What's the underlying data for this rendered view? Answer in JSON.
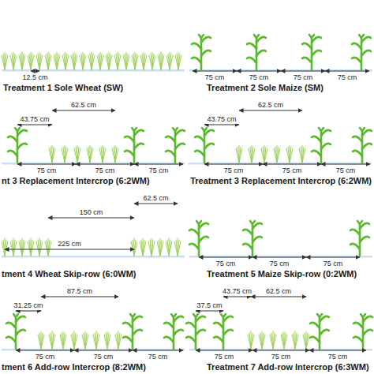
{
  "diagram": {
    "labels": [
      "12.5 cm",
      "Treatment 1 Sole Wheat (SW)",
      "75 cm",
      "75 cm",
      "75 cm",
      "75 cm",
      "Treatment 2 Sole Maize (SM)",
      "43.75 cm",
      "62.5 cm",
      "75 cm",
      "75 cm",
      "75 cm",
      "nt 3 Replacement Intercrop (6:2WM)",
      "43.75 cm",
      "62.5 cm",
      "75 cm",
      "75 cm",
      "75 cm",
      "Treatment 3 Replacement Intercrop (6:2WM)",
      "150 cm",
      "62.5 cm",
      "225 cm",
      "tment 4 Wheat Skip-row (6:0WM)",
      "75 cm",
      "75 cm",
      "75 cm",
      "Treatment 5 Maize Skip-row (0:2WM)",
      "87.5 cm",
      "31.25 cm",
      "75 cm",
      "75 cm",
      "75 cm",
      "tment 6 Add-row Intercrop (8:2WM)",
      "37.5 cm",
      "43.75 cm",
      "62.5 cm",
      "75 cm",
      "75 cm",
      "75 cm",
      "Treatment 7 Add-row Intercrop (6:3WM)"
    ]
  }
}
